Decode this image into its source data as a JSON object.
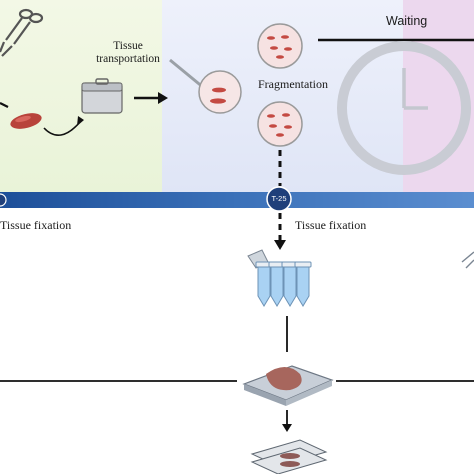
{
  "labels": {
    "tissue_transportation_line1": "Tissue",
    "tissue_transportation_line2": "transportation",
    "fragmentation": "Fragmentation",
    "waiting": "Waiting",
    "tissue_fixation_left": "Tissue fixation",
    "tissue_fixation_center": "Tissue fixation",
    "timepoint": "T-25"
  },
  "colors": {
    "panel_green": "#eaf3d9",
    "panel_blue": "#e3e8f7",
    "panel_pink": "#ecd8ee",
    "timeline": "#2c5fa8",
    "dish_fill": "#f7e4e4",
    "tissue": "#c0453c",
    "tube": "#9ecbf0"
  },
  "icons": [
    "forceps-icon",
    "tissue-sample-icon",
    "cooler-box-icon",
    "petri-dish-icon",
    "scalpel-icon",
    "clock-icon",
    "timepoint-marker-icon",
    "tube-rack-icon",
    "tissue-cassette-icon",
    "slides-icon"
  ]
}
